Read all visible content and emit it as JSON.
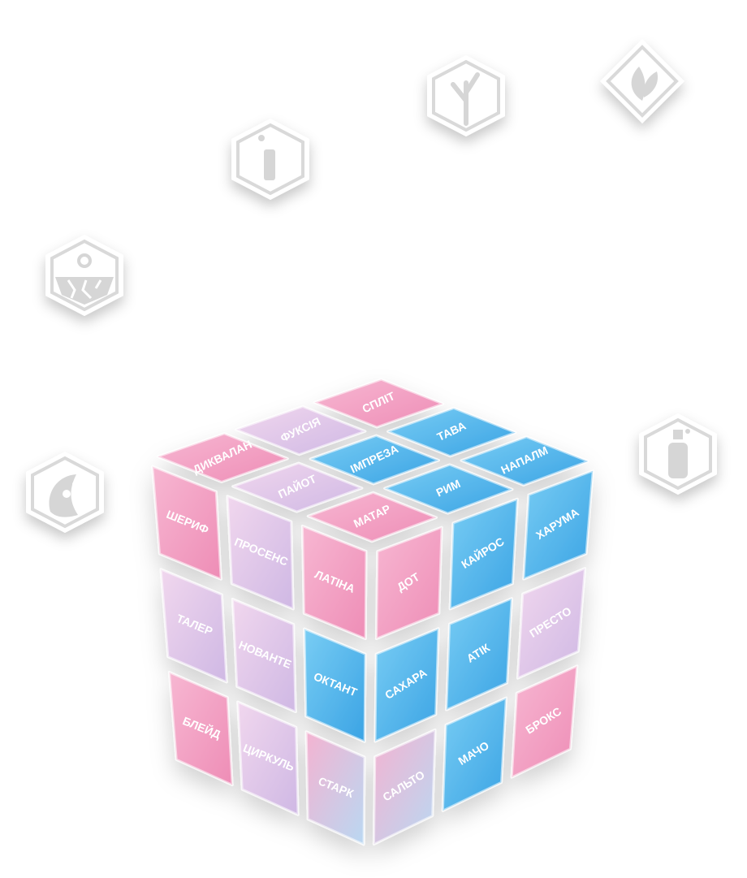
{
  "icons": [
    {
      "name": "water-drop-bottle-icon"
    },
    {
      "name": "branch-icon"
    },
    {
      "name": "leaf-icon"
    },
    {
      "name": "sun-cracked-soil-icon"
    },
    {
      "name": "spray-bottle-icon"
    },
    {
      "name": "moon-craters-icon"
    }
  ],
  "cube": {
    "top": [
      "СПЛІТ",
      "ФУКСІЯ",
      "ТАВА",
      "ДИКВАЛАН",
      "ІМПРЕЗА",
      "НАПАЛМ",
      "ПАЙОТ",
      "РИМ",
      "МАТАР"
    ],
    "left": [
      "ШЕРИФ",
      "ПРОСЕНС",
      "ЛАТІНА",
      "ТАЛЕР",
      "НОВАНТЕ",
      "ОКТАНТ",
      "БЛЕЙД",
      "ЦИРКУЛЬ",
      "СТАРК"
    ],
    "right": [
      "ДОТ",
      "КАЙРОС",
      "ХАРУМА",
      "САХАРА",
      "АТІК",
      "ПРЕСТО",
      "САЛЬТО",
      "МАЧО",
      "БРОКС"
    ]
  },
  "colors": {
    "pink": "#f2a3c4",
    "lavender": "#e3c8e6",
    "blue": "#4fb3ea",
    "icon_stroke": "#ffffff",
    "icon_bg": "#ffffff"
  }
}
